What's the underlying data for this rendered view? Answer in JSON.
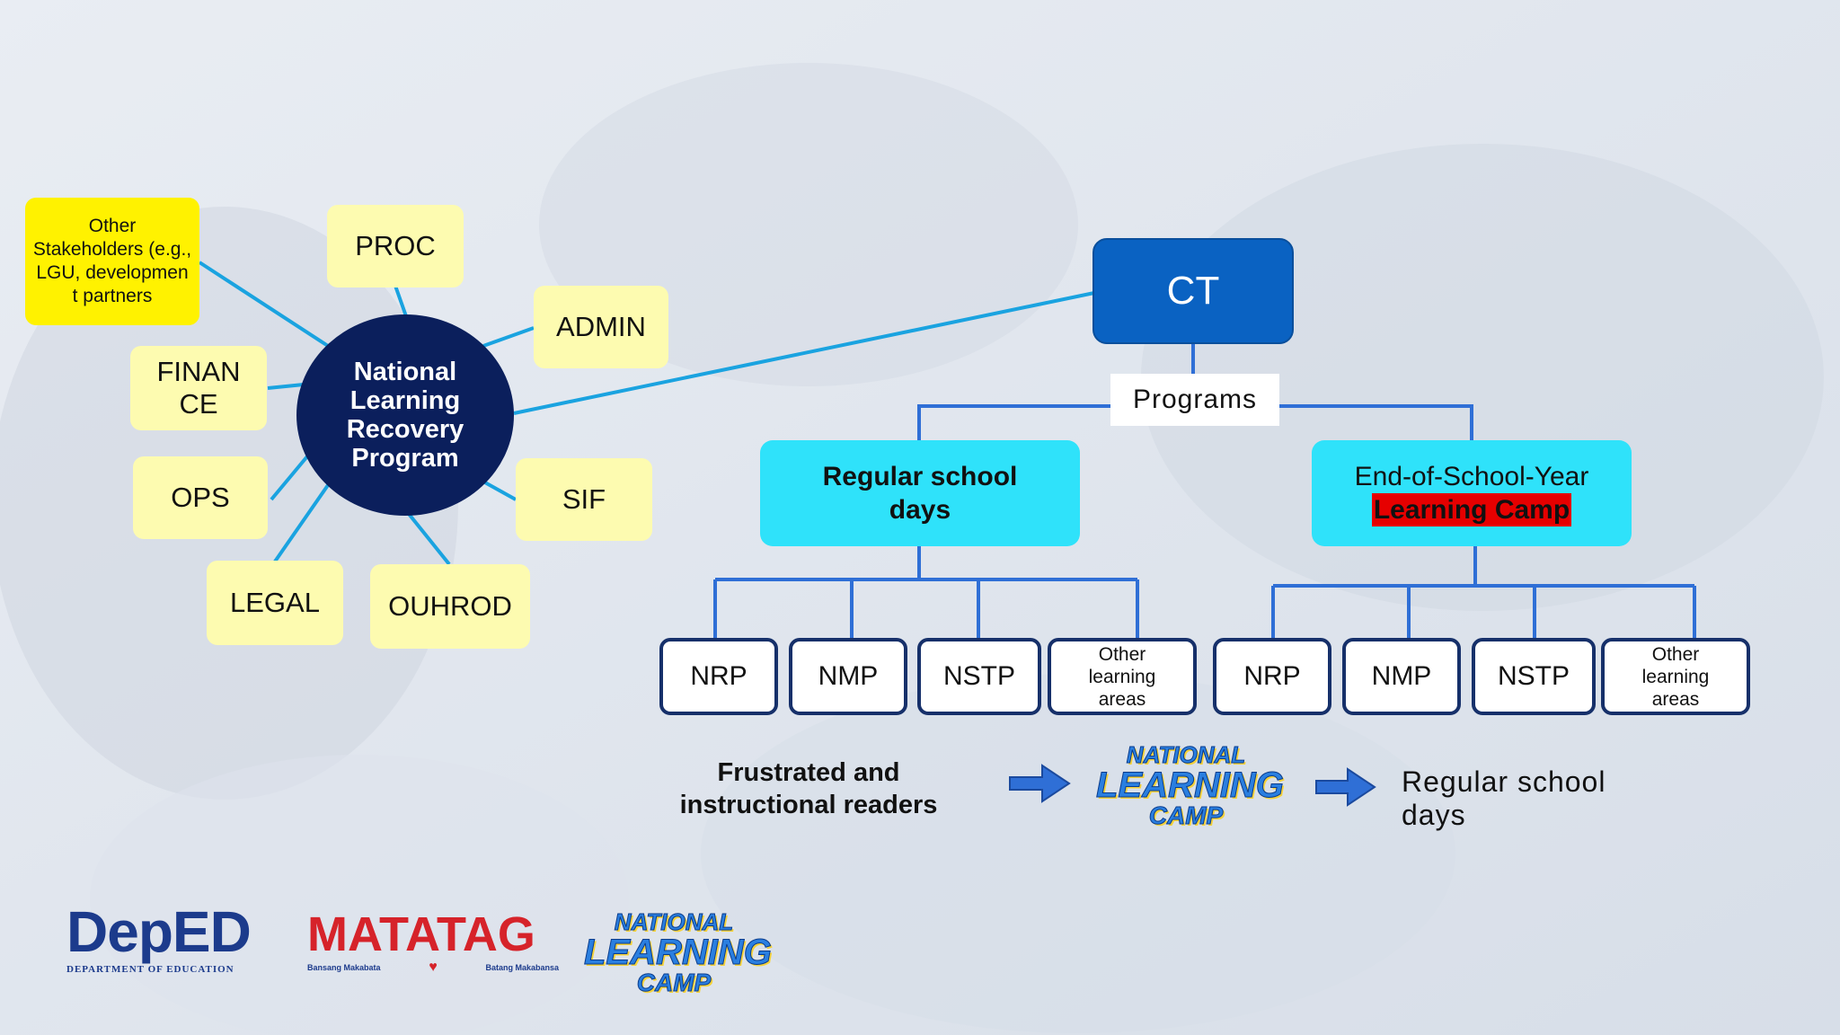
{
  "hub": {
    "lines": [
      "National",
      "Learning",
      "Recovery",
      "Program"
    ]
  },
  "satellites": {
    "other": "Other Stakeholders (e.g., LGU, developmen t partners",
    "proc": "PROC",
    "admin": "ADMIN",
    "finance_line1": "FINAN",
    "finance_line2": "CE",
    "ops": "OPS",
    "sif": "SIF",
    "legal": "LEGAL",
    "ouhrod": "OUHROD"
  },
  "tree": {
    "root": "CT",
    "programs_label": "Programs",
    "left_branch": {
      "line1": "Regular school",
      "line2": "days"
    },
    "right_branch": {
      "line1": "End-of-School-Year",
      "highlight": "Learning Camp"
    },
    "left_leaves": [
      "NRP",
      "NMP",
      "NSTP",
      "Other learning areas"
    ],
    "right_leaves": [
      "NRP",
      "NMP",
      "NSTP",
      "Other learning areas"
    ]
  },
  "flow": {
    "start_line1": "Frustrated and",
    "start_line2": "instructional readers",
    "camp_logo_lines": [
      "NATIONAL",
      "LEARNING",
      "CAMP"
    ],
    "end": "Regular school days"
  },
  "logos": {
    "deped": "DepED",
    "deped_sub": "DEPARTMENT OF EDUCATION",
    "matatag": "MATATAG",
    "matatag_sub_left": "Bansang Makabata",
    "matatag_sub_right": "Batang Makabansa",
    "camp_lines": [
      "NATIONAL",
      "LEARNING",
      "CAMP"
    ]
  },
  "colors": {
    "hub": "#0b1f5c",
    "ct": "#0a62c2",
    "connector_light": "#1aa3e0",
    "connector_tree": "#2f6fd6",
    "cyan_box": "#2fe2fa",
    "yellow_box": "#fdfbb0",
    "highlight_yellow": "#fff200",
    "highlight_red": "#e60000",
    "arrow": "#2f6fd6"
  }
}
